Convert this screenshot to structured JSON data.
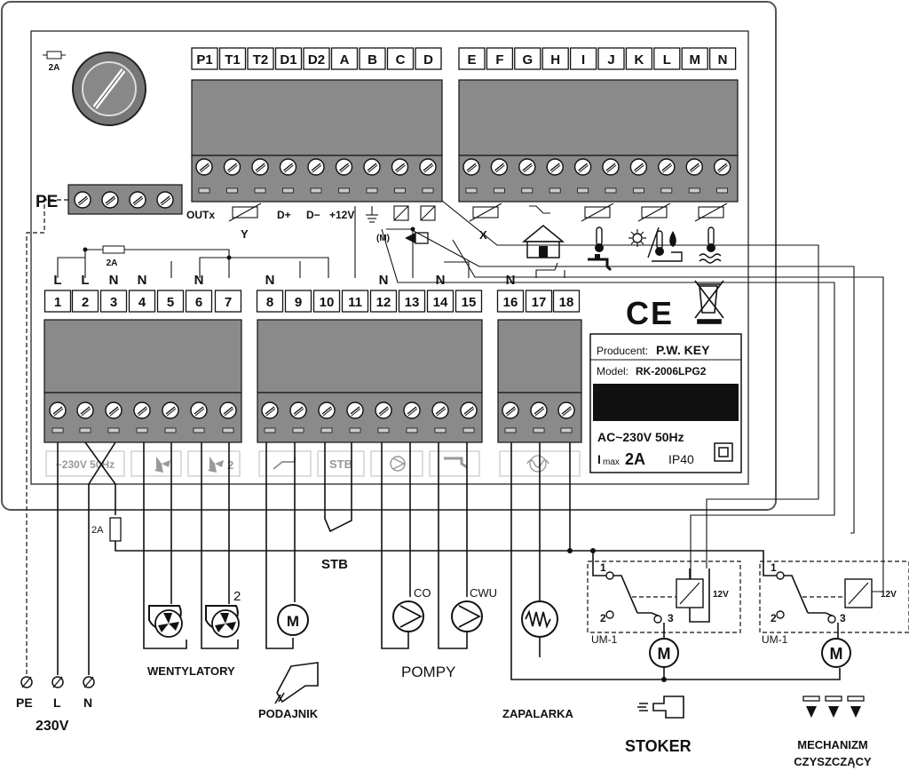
{
  "fuse_top": "2A",
  "fuse_mid": "2A",
  "fuse_ext": "2A",
  "pe_block": "PE",
  "top_left_terminals": [
    "P1",
    "T1",
    "T2",
    "D1",
    "D2",
    "A",
    "B",
    "C",
    "D"
  ],
  "top_right_terminals": [
    "E",
    "F",
    "G",
    "H",
    "I",
    "J",
    "K",
    "L",
    "M",
    "N"
  ],
  "top_signal_labels": {
    "outx": "OUTx",
    "y": "Y",
    "dplus": "D+",
    "dminus": "D−",
    "v12": "+12V",
    "x": "X",
    "m": "(M)"
  },
  "bottom_terminals": [
    "1",
    "2",
    "3",
    "4",
    "5",
    "6",
    "7",
    "8",
    "9",
    "10",
    "11",
    "12",
    "13",
    "14",
    "15",
    "16",
    "17",
    "18"
  ],
  "bottom_letters": [
    {
      "t": "L",
      "col": 1
    },
    {
      "t": "L",
      "col": 2
    },
    {
      "t": "N",
      "col": 3
    },
    {
      "t": "N",
      "col": 4
    },
    {
      "t": "N",
      "col": 6
    },
    {
      "t": "N",
      "col": 8
    },
    {
      "t": "N",
      "col": 12
    },
    {
      "t": "N",
      "col": 14
    },
    {
      "t": "N",
      "col": 16
    }
  ],
  "bottom_block_labels": {
    "power": "~230V 50Hz",
    "fan2": "2",
    "stb": "STB"
  },
  "nameplate": {
    "producer_label": "Producent:",
    "producer": "P.W. KEY",
    "model_label": "Model:",
    "model": "RK-2006LPG2",
    "supply": "AC~230V 50Hz",
    "imax_label": "I",
    "imax_sub": "max",
    "imax_val": "2A",
    "ip": "IP40"
  },
  "ce_mark": "CE",
  "mains": {
    "pe": "PE",
    "l": "L",
    "n": "N",
    "voltage": "230V"
  },
  "stb_label": "STB",
  "devices": {
    "fans": "WENTYLATORY",
    "fan2_index": "2",
    "feeder": "PODAJNIK",
    "pumps": "POMPY",
    "pump_co": "CO",
    "pump_cwu": "CWU",
    "igniter": "ZAPALARKA",
    "stoker": "STOKER",
    "cleaner_l1": "MECHANIZM",
    "cleaner_l2": "CZYSZCZĄCY"
  },
  "relay_modules": [
    {
      "name": "UM-1",
      "voltage": "12V",
      "p1": "1",
      "p2": "2",
      "p3": "3"
    },
    {
      "name": "UM-1",
      "voltage": "12V",
      "p1": "1",
      "p2": "2",
      "p3": "3"
    }
  ]
}
